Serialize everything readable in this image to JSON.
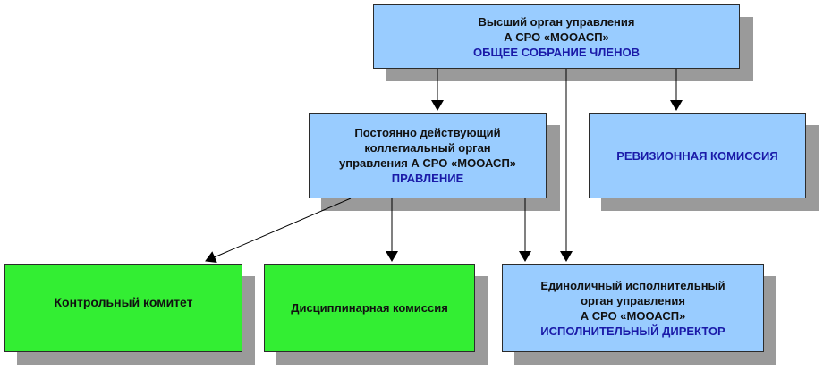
{
  "colors": {
    "blue_box": "#99ccff",
    "green_box": "#33ee33",
    "accent_text": "#1a1aa8",
    "shadow": "#9a9a9a"
  },
  "boxes": {
    "general_meeting": {
      "line1": "Высший орган управления",
      "line2": "А СРО «МООАСП»",
      "accent": "ОБЩЕЕ СОБРАНИЕ ЧЛЕНОВ"
    },
    "board": {
      "line1": "Постоянно действующий",
      "line2": "коллегиальный орган",
      "line3": "управления А СРО «МООАСП»",
      "accent": "ПРАВЛЕНИЕ"
    },
    "audit_commission": {
      "accent": "РЕВИЗИОННАЯ КОМИССИЯ"
    },
    "control_committee": {
      "label": "Контрольный комитет"
    },
    "disciplinary_commission": {
      "label": "Дисциплинарная комиссия"
    },
    "executive_director": {
      "line1": "Единоличный исполнительный",
      "line2": "орган управления",
      "line3": "А СРО «МООАСП»",
      "accent": "ИСПОЛНИТЕЛЬНЫЙ ДИРЕКТОР"
    }
  }
}
